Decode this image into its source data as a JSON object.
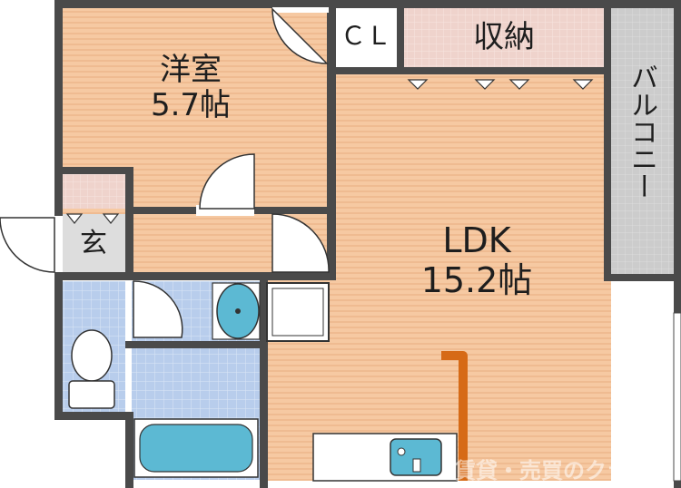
{
  "rooms": {
    "western_room": {
      "name": "洋室",
      "size": "5.7帖"
    },
    "ldk": {
      "name": "LDK",
      "size": "15.2帖"
    },
    "closet": {
      "name": "ＣＬ"
    },
    "storage": {
      "name": "収納"
    },
    "entrance": {
      "name": "玄"
    },
    "balcony": {
      "name": "バルコニー"
    }
  },
  "watermark": "賃貸・売買のクラスモ",
  "colors": {
    "floor": "#f6c9a2",
    "floor_stripe": "#efbb91",
    "wet_area": "#b8cdec",
    "tile_grid": "#dbe6f6",
    "wall": "#4a4a4a",
    "balcony": "#cccccc",
    "storage": "#efd3cc",
    "fixture_blue": "#5cb9d3",
    "counter_orange": "#d66a16"
  }
}
